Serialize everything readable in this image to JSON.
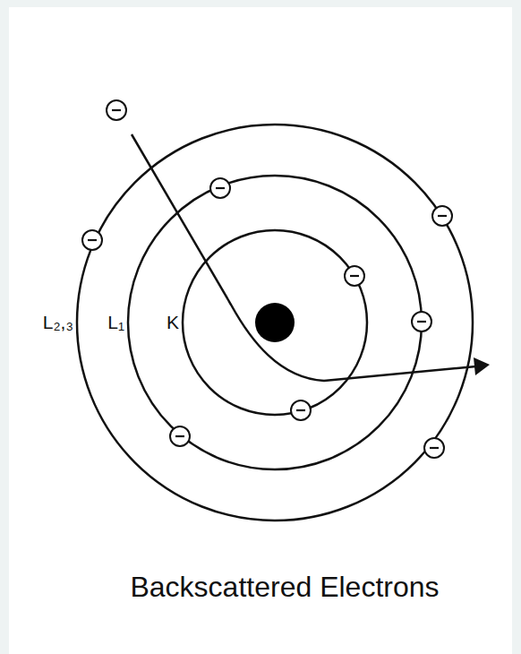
{
  "diagram": {
    "caption": "Backscattered Electrons",
    "labels": [
      "L₂,₃",
      "L₁",
      "K"
    ]
  }
}
